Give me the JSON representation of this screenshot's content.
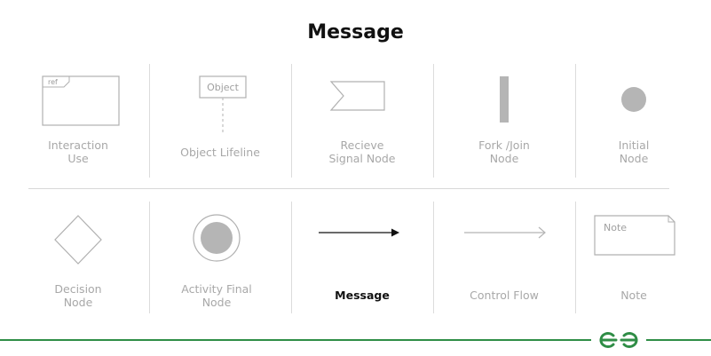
{
  "title": "Message",
  "row1": [
    {
      "id": "interaction-use",
      "label": "Interaction\nUse",
      "inner": "ref"
    },
    {
      "id": "object-lifeline",
      "label": "Object Lifeline",
      "inner": "Object"
    },
    {
      "id": "recieve-signal-node",
      "label": "Recieve\nSignal Node"
    },
    {
      "id": "fork-join-node",
      "label": "Fork /Join\nNode"
    },
    {
      "id": "initial-node",
      "label": "Initial\nNode"
    }
  ],
  "row2": [
    {
      "id": "decision-node",
      "label": "Decision\nNode"
    },
    {
      "id": "activity-final-node",
      "label": "Activity Final\nNode"
    },
    {
      "id": "message",
      "label": "Message",
      "active": true
    },
    {
      "id": "control-flow",
      "label": "Control Flow"
    },
    {
      "id": "note",
      "label": "Note",
      "inner": "Note"
    }
  ],
  "colors": {
    "active": "#111111",
    "inactive": "#a8a8a8",
    "fill": "#b5b5b5",
    "brand": "#2f8d46"
  },
  "logo_icon": "geeksforgeeks-logo-icon"
}
